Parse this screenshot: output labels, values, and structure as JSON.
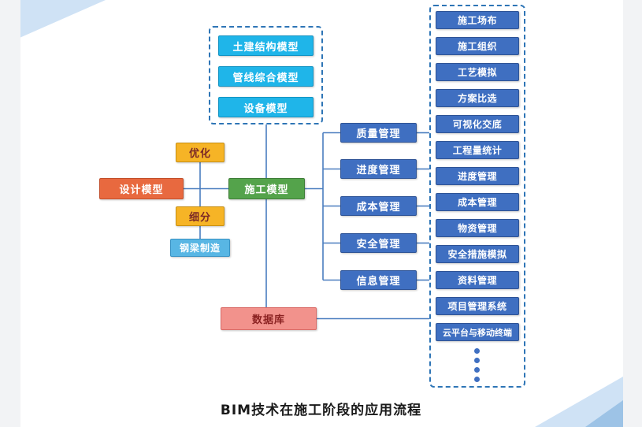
{
  "title": "BIM技术在施工阶段的应用流程",
  "model_group": {
    "items": [
      "土建结构模型",
      "管线综合模型",
      "设备模型"
    ]
  },
  "nodes": {
    "design_model": "设计模型",
    "optimize": "优化",
    "subdivide": "细分",
    "steel_beam": "钢梁制造",
    "construction_model": "施工模型",
    "database": "数据库"
  },
  "management": [
    "质量管理",
    "进度管理",
    "成本管理",
    "安全管理",
    "信息管理"
  ],
  "applications": [
    "施工场布",
    "施工组织",
    "工艺模拟",
    "方案比选",
    "可视化交底",
    "工程量统计",
    "进度管理",
    "成本管理",
    "物资管理",
    "安全措施模拟",
    "资料管理",
    "项目管理系统",
    "云平台与移动终端"
  ],
  "icons": {
    "ellipsis": "vertical-dots"
  },
  "colors": {
    "cyan_box": "#1fb5e9",
    "orange_box": "#e8693f",
    "gold_box": "#f6b426",
    "green_box": "#54a34b",
    "blue_box": "#3f6fc1",
    "pink_box": "#f2928c",
    "light_blue_box": "#58b6e4",
    "dashed_border": "#2e75b6",
    "connector_line": "#4a7dbf",
    "decoration_blue": "#cfe2f5"
  }
}
